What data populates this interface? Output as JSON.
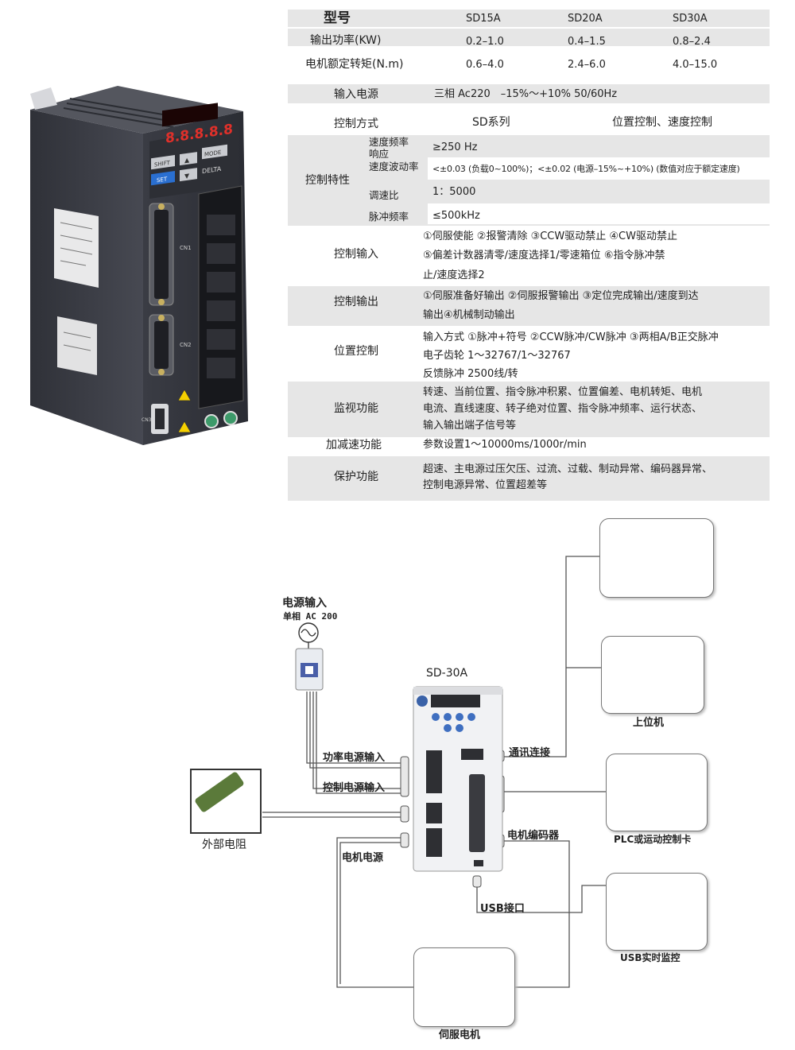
{
  "spec": {
    "header": {
      "label": "型号",
      "models": [
        "SD15A",
        "SD20A",
        "SD30A"
      ]
    },
    "output_power": {
      "label": "输出功率(KW)",
      "values": [
        "0.2–1.0",
        "0.4–1.5",
        "0.8–2.4"
      ]
    },
    "rated_torque": {
      "label": "电机额定转矩(N.m)",
      "values": [
        "0.6–4.0",
        "2.4–6.0",
        "4.0–15.0"
      ]
    },
    "input_power": {
      "label": "输入电源",
      "value": "三相 Ac220　–15%～+10%  50/60Hz"
    },
    "control_mode": {
      "label": "控制方式",
      "series": "SD系列",
      "value": "位置控制、速度控制"
    },
    "control_features": {
      "label": "控制特性",
      "speed_response": {
        "label1": "速度频率",
        "label2": "响应",
        "value": "≥250 Hz"
      },
      "speed_fluctuation": {
        "label": "速度波动率",
        "value": "<±0.03 (负载0~100%)；<±0.02 (电源–15%~+10%)  (数值对应于额定速度)"
      },
      "speed_ratio": {
        "label": "调速比",
        "value": "1：5000"
      },
      "pulse_freq": {
        "label": "脉冲频率",
        "value": "≤500kHz"
      }
    },
    "control_input": {
      "label": "控制输入",
      "lines": [
        "①伺服使能 ②报警清除 ③CCW驱动禁止 ④CW驱动禁止",
        "⑤偏差计数器清零/速度选择1/零速箱位 ⑥指令脉冲禁",
        "止/速度选择2"
      ]
    },
    "control_output": {
      "label": "控制输出",
      "lines": [
        "①伺服准备好输出 ②伺服报警输出 ③定位完成输出/速度到达",
        "输出④机械制动输出"
      ]
    },
    "position_control": {
      "label": "位置控制",
      "lines": [
        "输入方式 ①脉冲+符号 ②CCW脉冲/CW脉冲 ③两相A/B正交脉冲",
        "电子齿轮 1～32767/1～32767",
        "反馈脉冲 2500线/转"
      ]
    },
    "monitoring": {
      "label": "监视功能",
      "lines": [
        "转速、当前位置、指令脉冲积累、位置偏差、电机转矩、电机",
        "电流、直线速度、转子绝对位置、指令脉冲频率、运行状态、",
        "输入输出端子信号等"
      ]
    },
    "accel_decel": {
      "label": "加减速功能",
      "value": "参数设置1～10000ms/1000r/min"
    },
    "protection": {
      "label": "保护功能",
      "lines": [
        "超速、主电源过压欠压、过流、过载、制动异常、编码器异常、",
        "控制电源异常、位置超差等"
      ]
    }
  },
  "drive_device": {
    "display": "8.8.8.8.8",
    "buttons": {
      "shift": "SHIFT",
      "mode": "MODE",
      "set": "SET",
      "up": "▲",
      "down": "▼"
    },
    "brand": "DELTA",
    "connectors": {
      "cn1": "CN1",
      "cn2": "CN2",
      "cn3": "CN3"
    }
  },
  "diagram": {
    "power_input": {
      "title": "电源输入",
      "sub": "单相 AC 200"
    },
    "drive_label": "SD-30A",
    "labels": {
      "main_power": "功率电源输入",
      "control_power": "控制电源输入",
      "motor_power": "电机电源",
      "comm": "通讯连接",
      "encoder": "电机编码器",
      "usb": "USB接口"
    },
    "captions": {
      "ext_resistor": "外部电阻",
      "host": "上位机",
      "plc": "PLC或运动控制卡",
      "usb_monitor": "USB实时监控",
      "servo_motor": "伺服电机"
    }
  },
  "colors": {
    "band": "#e6e6e6",
    "drive_body": "#3e4048",
    "led": "#e0302a"
  }
}
